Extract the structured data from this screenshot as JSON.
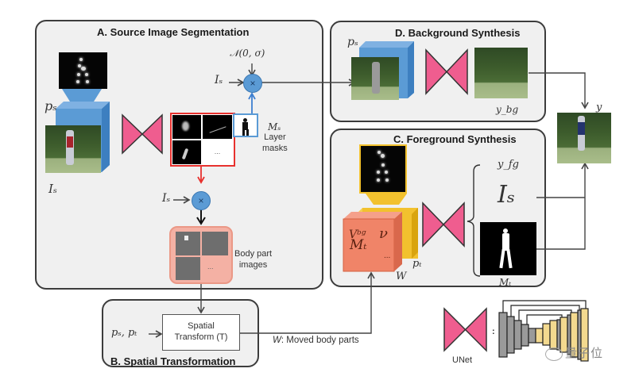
{
  "panels": {
    "a": {
      "title": "A. Source Image Segmentation"
    },
    "b": {
      "title": "B. Spatial Transformation"
    },
    "c": {
      "title": "C. Foreground Synthesis"
    },
    "d": {
      "title": "D. Background Synthesis"
    }
  },
  "symbols": {
    "ps": "pₛ",
    "is": "Iₛ",
    "noise": "𝒩(0, σ)",
    "ms": "Mₛ",
    "pt": "pₜ",
    "ps_pt": "pₛ, pₜ",
    "w": "W",
    "y": "y",
    "ybg": "y_bg",
    "yfg": "y_fg",
    "mt": "Mₜ",
    "is_large": "Iₛ",
    "cube_text_1": "Vᵇᵍ",
    "cube_text_2": "ν",
    "cube_text_mt": "Mₜ",
    "ellipsis": "..."
  },
  "labels": {
    "layer_masks": "Layer\nmasks",
    "body_part_images": "Body part\nimages",
    "spatial_transform": "Spatial\nTransform (T)",
    "moved_body_parts_prefix": "W",
    "moved_body_parts": ": Moved body parts",
    "unet": "UNet",
    "unet_colon": ":",
    "multiply": "×",
    "watermark": "量子位"
  },
  "colors": {
    "unet_bowtie": "#ef5d8f",
    "blue_volume": "#5b9bd5",
    "yellow_volume": "#f2c12e",
    "red_volume": "#f08468",
    "mask_border": "#e8312e",
    "multiply_node": "#5b9bd5",
    "body_parts_bg": "#f4b1a4"
  }
}
